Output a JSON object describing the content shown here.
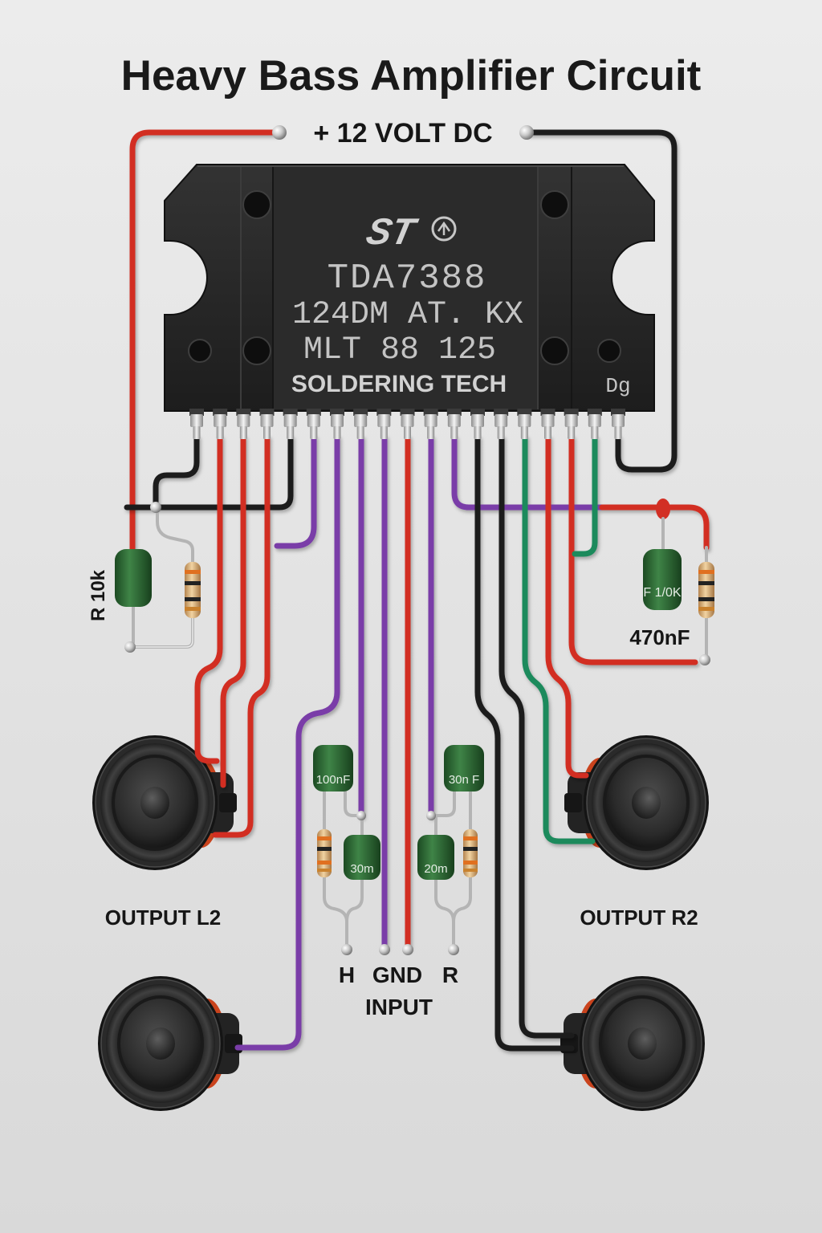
{
  "title": "Heavy Bass Amplifier Circuit",
  "power": {
    "label": "+ 12 VOLT DC"
  },
  "chip": {
    "logo": "ST",
    "part_number": "TDA7388",
    "line2": "124DM AT. KX",
    "line3": "MLT 88 125",
    "brand": "SOLDERING TECH",
    "mark": "Dg"
  },
  "components": {
    "r10k_label": "R 10k",
    "cap_470_marking": "F 1/0K",
    "cap_470_label": "470nF",
    "cap_100": "100nF",
    "cap_30nf": "30n F",
    "cap_30m": "30m",
    "cap_20m": "20m"
  },
  "outputs": {
    "left": "OUTPUT L2",
    "right": "OUTPUT R2"
  },
  "input": {
    "h": "H",
    "gnd": "GND",
    "r": "R",
    "label": "INPUT"
  },
  "colors": {
    "background": "#e3e3e3",
    "wire_red": "#d22f24",
    "wire_black": "#1e1e1e",
    "wire_purple": "#7a3ea8",
    "wire_green": "#1f8a5b",
    "speaker_rim": "#c9431d"
  }
}
